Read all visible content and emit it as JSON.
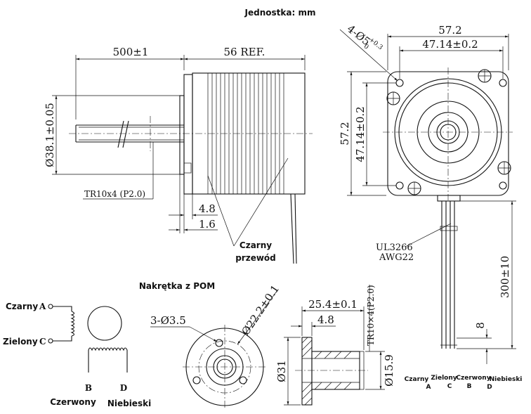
{
  "title": "Jednostka: mm",
  "side_view": {
    "shaft_length": "500±1",
    "body_length": "56 REF.",
    "diameter": "Ø38.1±0.05",
    "thread": "TR10x4 (P2.0)",
    "dim_4_8": "4.8",
    "dim_1_6": "1.6",
    "wire_label_1": "Czarny",
    "wire_label_2": "przewód"
  },
  "front_view": {
    "holes": "4-Ø5",
    "holes_tol_upper": "+0.3",
    "holes_tol_lower": "0",
    "width": "57.2",
    "inner_width": "47.14±0.2",
    "height": "57.2",
    "inner_height": "47.14±0.2",
    "cable": "UL3266",
    "cable_awg": "AWG22",
    "cable_length": "300±10",
    "strip_length": "8"
  },
  "wiring": {
    "black": "Czarny",
    "green": "Zielony",
    "red": "Czerwony",
    "blue": "Niebieski",
    "a": "A",
    "b": "B",
    "c": "C",
    "d": "D"
  },
  "nut": {
    "title": "Nakrętka z POM",
    "holes": "3-Ø3.5",
    "pcd": "Ø22.2±0.1",
    "length": "25.4±0.1",
    "flange": "4.8",
    "thread": "TR10×4(P2.0)",
    "outer_dia": "Ø31",
    "body_dia": "Ø15.9"
  },
  "wire_legend": {
    "c1": "Czarny",
    "c2": "Zielony",
    "c3": "Czerwony",
    "c4": "Niebieski",
    "l1": "A",
    "l2": "C",
    "l3": "B",
    "l4": "D"
  }
}
